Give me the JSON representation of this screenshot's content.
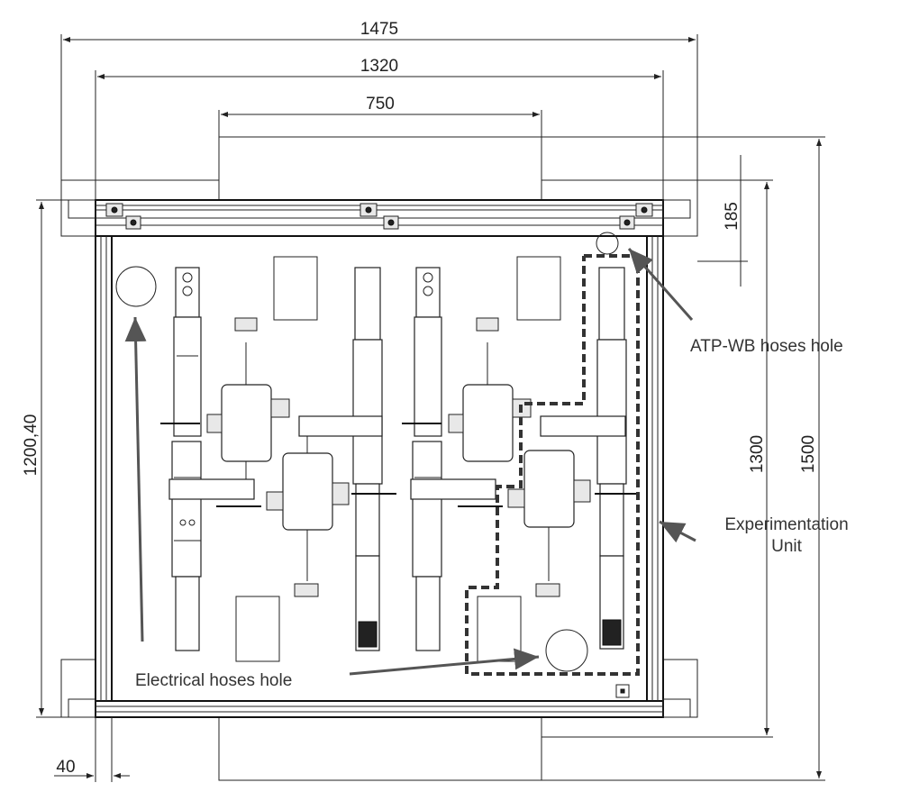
{
  "dimensions": {
    "overall_width": "1475",
    "frame_width": "1320",
    "inner_width": "750",
    "side_offset": "185",
    "inner_height": "1300",
    "overall_height": "1500",
    "frame_height": "1200,40",
    "profile_width": "40"
  },
  "callouts": {
    "atp_wb": "ATP-WB hoses hole",
    "experimentation_line1": "Experimentation",
    "experimentation_line2": "Unit",
    "electrical": "Electrical hoses hole"
  },
  "colors": {
    "line": "#222222",
    "arrow": "#555555",
    "dashed_outline": "#333333",
    "background": "#ffffff"
  }
}
